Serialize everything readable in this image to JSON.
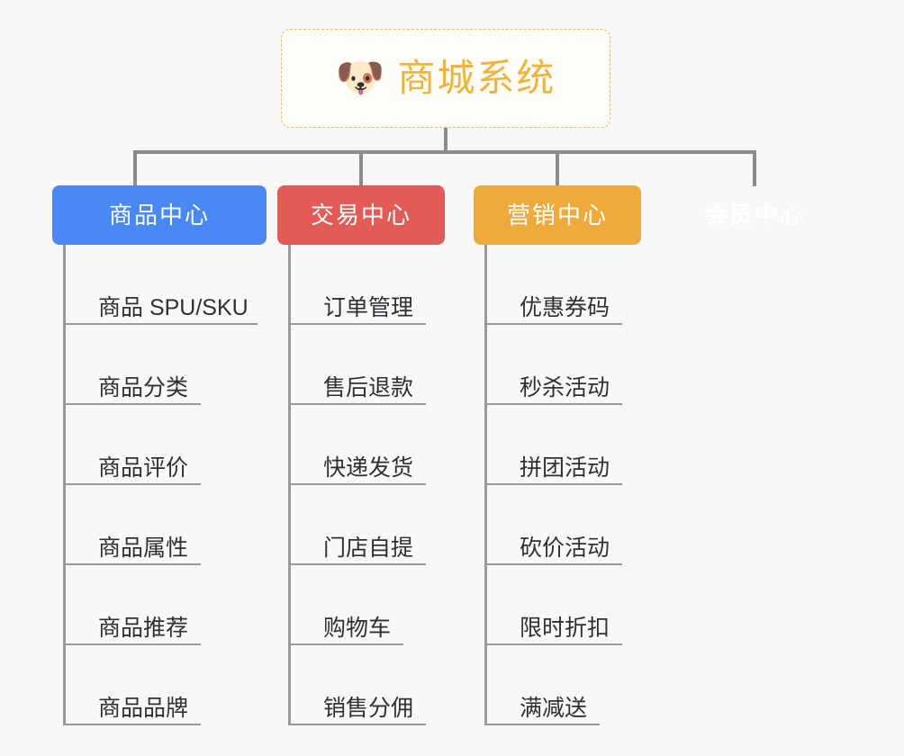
{
  "canvas": {
    "background": "#f8f8f8"
  },
  "root": {
    "icon": "dog-face-emoji",
    "emoji": "🐶",
    "title": "商城系统",
    "text_color": "#f0b43c",
    "border_color": "#f0b860",
    "background": "#fffefb"
  },
  "connector": {
    "color": "#8c8c8c"
  },
  "branches": [
    {
      "id": "product-center",
      "label": "商品中心",
      "color": "#4a89f3",
      "items": [
        "商品 SPU/SKU",
        "商品分类",
        "商品评价",
        "商品属性",
        "商品推荐",
        "商品品牌"
      ]
    },
    {
      "id": "trade-center",
      "label": "交易中心",
      "color": "#e35b57",
      "items": [
        "订单管理",
        "售后退款",
        "快递发货",
        "门店自提",
        "购物车",
        "销售分佣"
      ]
    },
    {
      "id": "marketing-center",
      "label": "营销中心",
      "color": "#eeab3b",
      "items": [
        "优惠券码",
        "秒杀活动",
        "拼团活动",
        "砍价活动",
        "限时折扣",
        "满减送"
      ]
    },
    {
      "id": "member-center",
      "label": "会员中心",
      "color": "#79c košice"
    }
  ],
  "leaf_style": {
    "line_color": "#9a9a9a",
    "text_color": "#2e3033"
  }
}
